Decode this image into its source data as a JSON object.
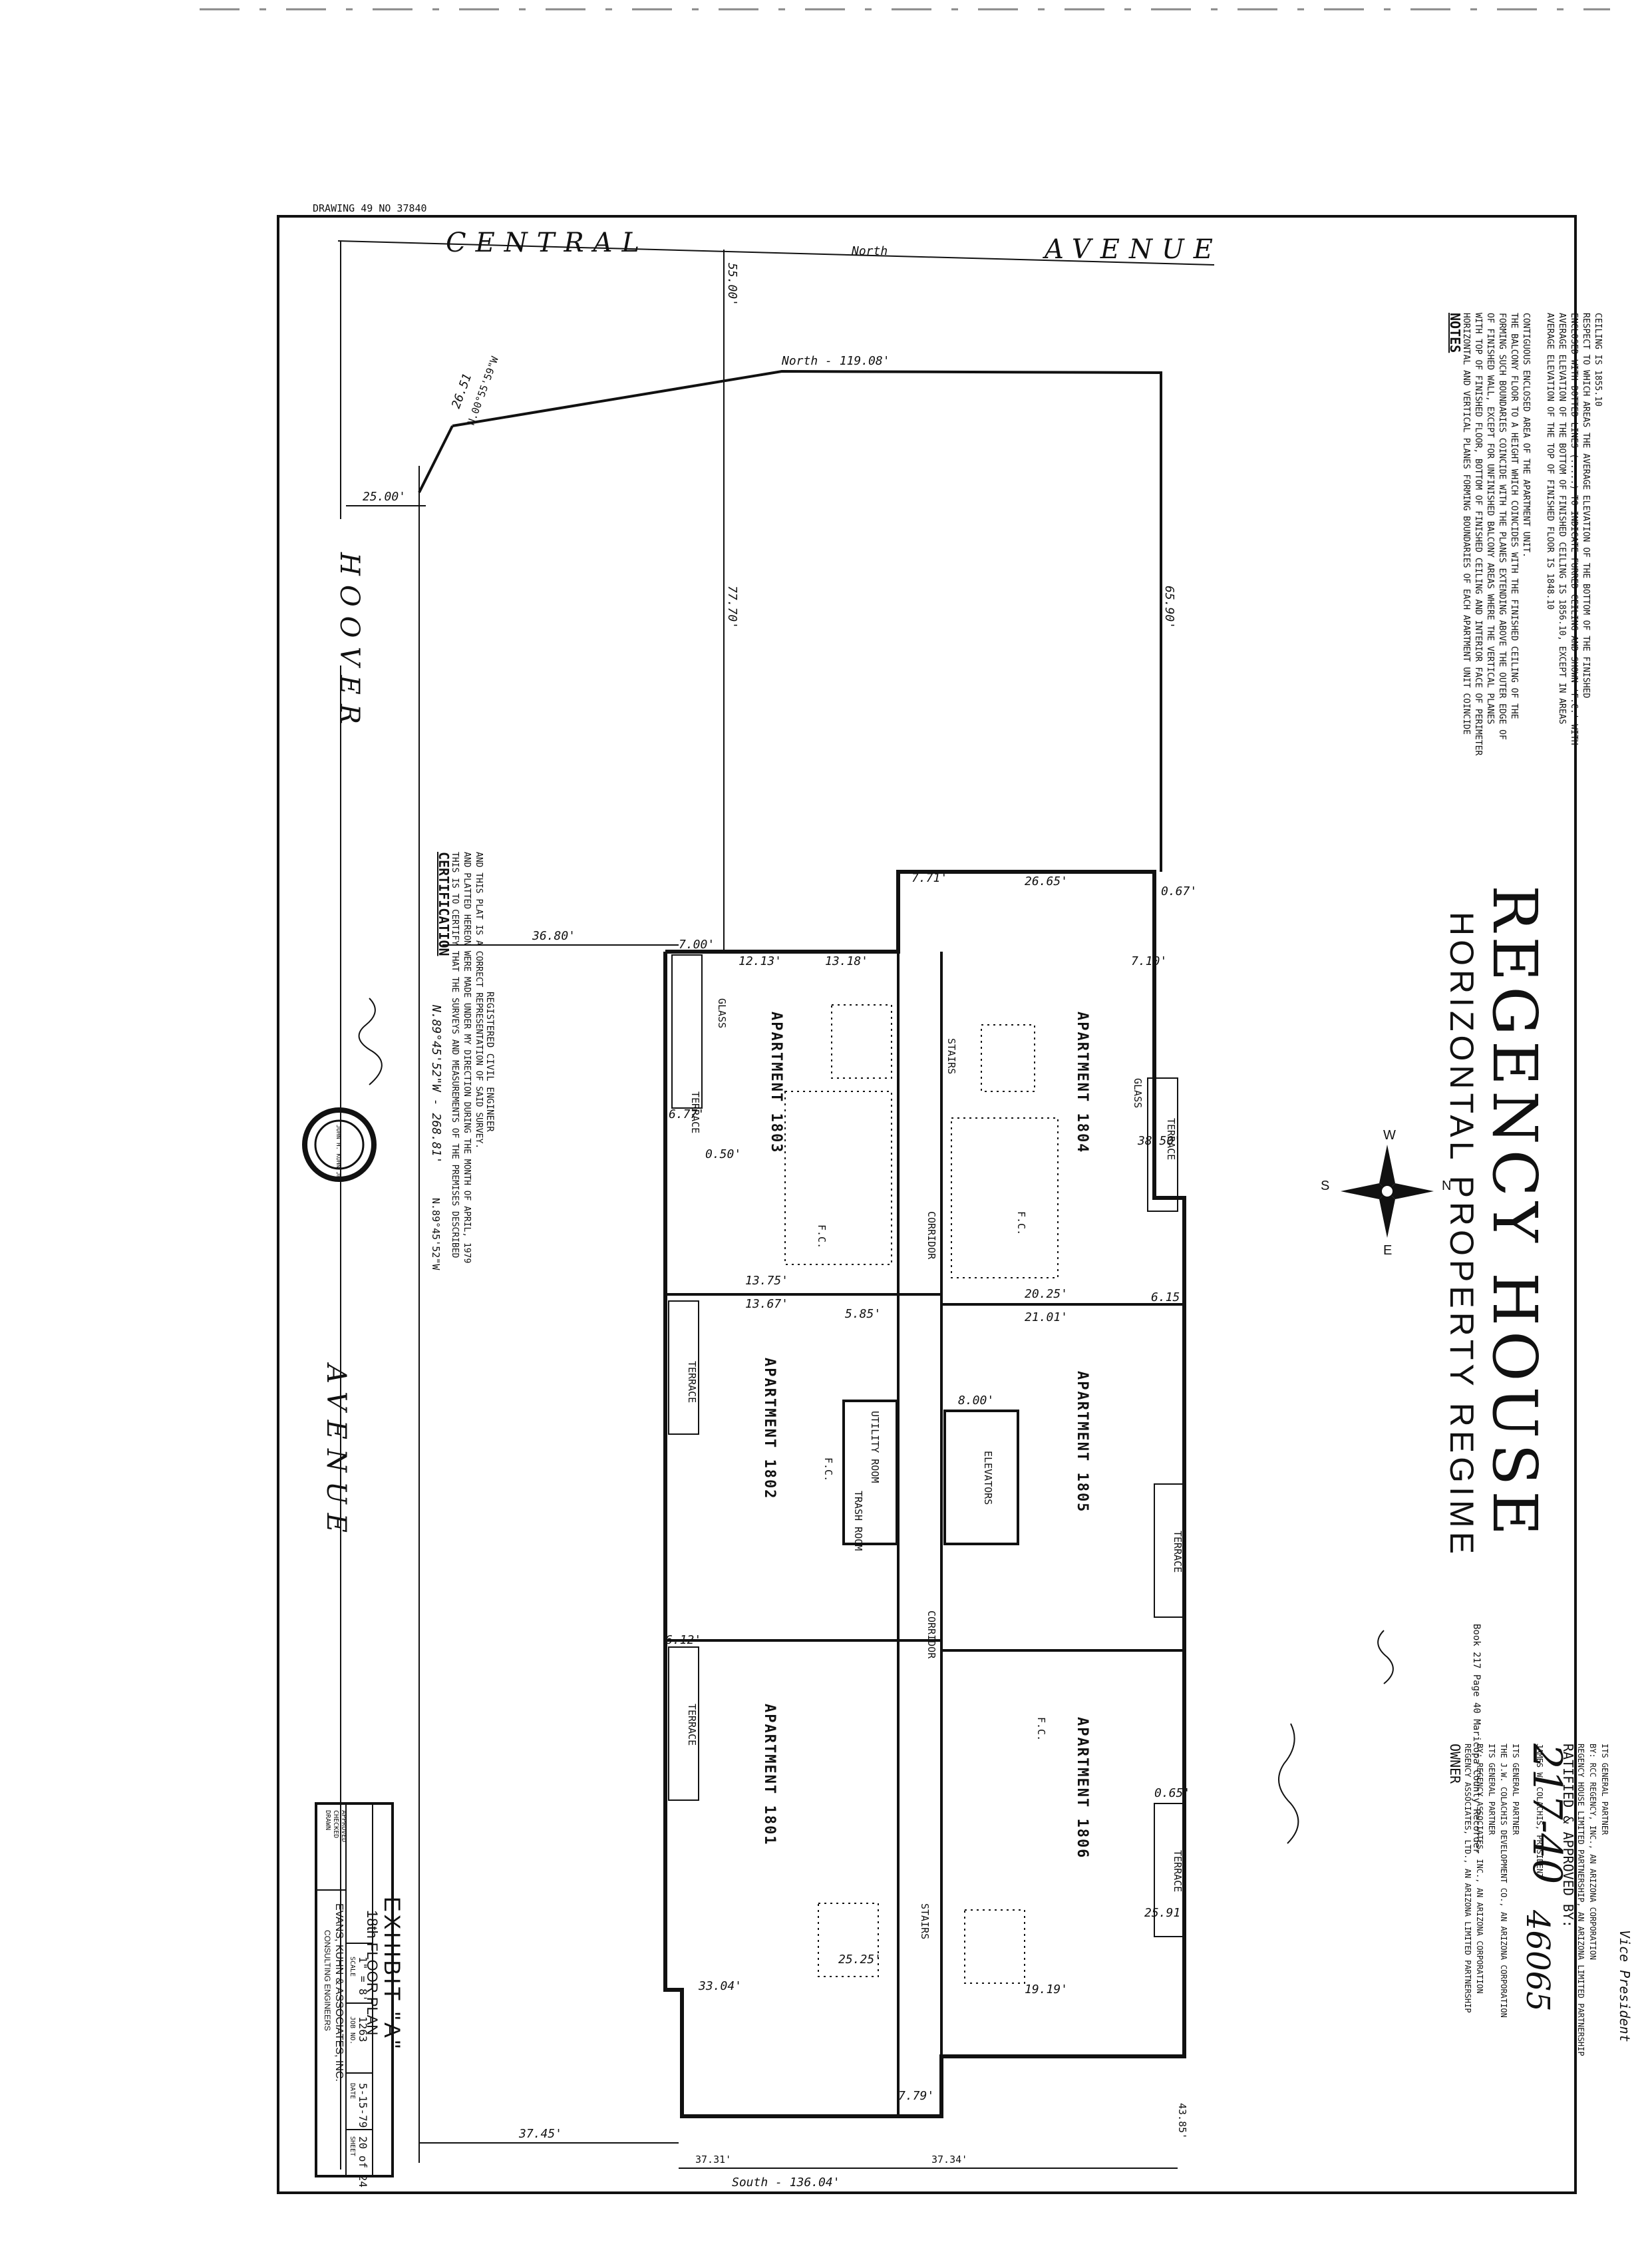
{
  "header_code": "DRAWING 49 NO 37840",
  "streets": {
    "central": "CENTRAL",
    "central_north": "North",
    "central_avenue": "AVENUE",
    "hoover": "HOOVER",
    "hoover_avenue": "AVENUE"
  },
  "boundary_dims": {
    "north_line": "North - 119.08'",
    "d_5500": "55.00'",
    "d_2500": "25.00'",
    "d_2651": "26.51",
    "d_2651_bearing": "N.00°55'59\"W",
    "d_7770": "77.70'",
    "d_6590": "65.90'",
    "d_3680": "36.80'",
    "bearing_west": "N.89°45'52\"W - 268.81'",
    "bearing_west2": "N.89°45'52\"W",
    "d_3745": "37.45'",
    "d_3731": "37.31'",
    "d_3734": "37.34'",
    "d_4385": "43.85'",
    "south_line": "South - 136.04'"
  },
  "title": {
    "main": "REGENCY HOUSE",
    "sub": "HORIZONTAL PROPERTY REGIME"
  },
  "compass": {
    "n": "N",
    "s": "S",
    "e": "E",
    "w": "W"
  },
  "notes": {
    "heading": "NOTES",
    "lines": [
      "HORIZONTAL AND VERTICAL PLANES FORMING BOUNDARIES OF EACH APARTMENT UNIT COINCIDE",
      "WITH TOP OF FINISHED FLOOR, BOTTOM OF FINISHED CEILING AND INTERIOR FACE OF PERIMETER",
      "OF FINISHED WALL, EXCEPT FOR UNFINISHED BALCONY AREAS WHERE THE VERTICAL PLANES",
      "FORMING SUCH BOUNDARIES COINCIDE WITH THE PLANES EXTENDING ABOVE THE OUTER EDGE OF",
      "THE BALCONY FLOOR TO A HEIGHT WHICH COINCIDES WITH THE FINISHED CEILING OF THE",
      "CONTIGUOUS ENCLOSED AREA OF THE APARTMENT UNIT.",
      "",
      "AVERAGE ELEVATION OF THE TOP OF FINISHED FLOOR IS 1848.10",
      "AVERAGE ELEVATION OF THE BOTTOM OF FINISHED CEILING IS 1856.10, EXCEPT IN AREAS",
      "ENCLOSED WITH DOTTED LINES (.....) TO INDICATE FURRED CEILING AND SHOWN 'F.C.' WITH",
      "RESPECT TO WHICH AREAS THE AVERAGE ELEVATION OF THE BOTTOM OF THE FINISHED",
      "CEILING IS 1855.10"
    ]
  },
  "certification": {
    "heading": "CERTIFICATION",
    "lines": [
      "THIS IS TO CERTIFY THAT THE SURVEYS AND MEASUREMENTS OF THE PREMISES DESCRIBED",
      "AND PLATTED HEREON WERE MADE UNDER MY DIRECTION DURING THE MONTH OF APRIL, 1979",
      "AND THIS PLAT IS A CORRECT REPRESENTATION OF SAID SURVEY."
    ],
    "signer_role": "REGISTERED CIVIL ENGINEER",
    "seal_text": "JOHN H. KUHN JR."
  },
  "apartments": {
    "a1801": "APARTMENT 1801",
    "a1802": "APARTMENT 1802",
    "a1803": "APARTMENT 1803",
    "a1804": "APARTMENT 1804",
    "a1805": "APARTMENT 1805",
    "a1806": "APARTMENT 1806",
    "terrace": "TERRACE",
    "stairs": "STAIRS",
    "corridor": "CORRIDOR",
    "elevators": "ELEVATORS",
    "utility": "UTILITY ROOM",
    "trash": "TRASH ROOM",
    "fc": "F.C.",
    "glass": "GLASS"
  },
  "apt_dims": {
    "d1213": "12.13'",
    "d1318": "13.18'",
    "d2665": "26.65'",
    "d771": "7.71'",
    "d700": "7.00'",
    "d677": "6.77'",
    "d050": "0.50'",
    "d1375": "13.75'",
    "d1367": "13.67'",
    "d2025": "20.25'",
    "d2101": "21.01'",
    "d615": "6.15'",
    "d067": "0.67'",
    "d710": "7.10'",
    "d779": "7.79'",
    "d3850": "38.50'",
    "d3304": "33.04'",
    "d585": "5.85'",
    "d800": "8.00'",
    "d612": "6.12'",
    "d2525": "25.25'",
    "d1919": "19.19'",
    "d065": "0.65'",
    "d2591": "25.91'"
  },
  "owner_block": {
    "file_no": "217-40",
    "file_no2": "46065",
    "owner_heading": "OWNER",
    "owner_lines": [
      "REGENCY ASSOCIATES, LTD., AN ARIZONA LIMITED PARTNERSHIP",
      "BY: REGENCY ASSOCIATES, INC., AN ARIZONA CORPORATION",
      "ITS GENERAL PARTNER",
      "THE J.W. COLACHIS DEVELOPMENT CO., AN ARIZONA CORPORATION",
      "ITS GENERAL PARTNER"
    ],
    "recorded": "Book 217 Page 40 Maricopa County Recorder",
    "ratified": "RATIFIED & APPROVED BY:",
    "ratified_lines": [
      "REGENCY HOUSE LIMITED PARTNERSHIP, AN ARIZONA LIMITED PARTNERSHIP",
      "BY: RCC REGENCY, INC., AN ARIZONA CORPORATION",
      "ITS GENERAL PARTNER"
    ],
    "signer_title": "Vice President",
    "sign_president": "JAMES W. COLACHIS, PRESIDENT"
  },
  "title_block": {
    "exhibit": "EXHIBIT \"A\"",
    "plan": "18th FLOOR PLAN",
    "scale_label": "SCALE",
    "scale": "1\" = 8'",
    "job_label": "JOB NO.",
    "job": "1263",
    "date_label": "DATE",
    "date": "5-15-79",
    "sheet_label": "SHEET",
    "sheet": "20 of 24",
    "firm": "EVANS, KUHN & ASSOCIATES, INC.",
    "firm_sub": "CONSULTING ENGINEERS",
    "drawn_label": "DRAWN",
    "checked_label": "CHECKED",
    "approved_label": "APPROVED"
  }
}
